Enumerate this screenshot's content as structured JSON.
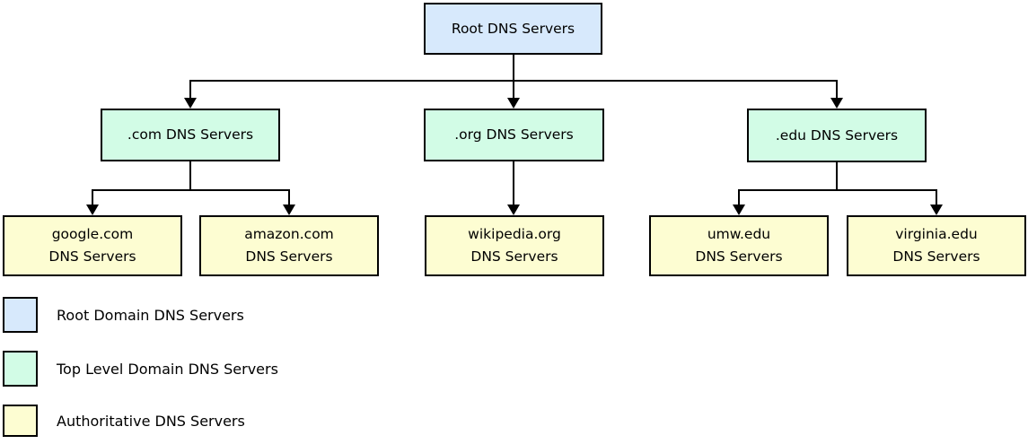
{
  "diagram": {
    "root": {
      "label": "Root DNS Servers"
    },
    "tld": [
      {
        "id": "com",
        "label": ".com DNS Servers"
      },
      {
        "id": "org",
        "label": ".org DNS Servers"
      },
      {
        "id": "edu",
        "label": ".edu DNS Servers"
      }
    ],
    "authoritative": [
      {
        "id": "google",
        "label": "google.com\nDNS Servers"
      },
      {
        "id": "amazon",
        "label": "amazon.com\nDNS Servers"
      },
      {
        "id": "wikipedia",
        "label": "wikipedia.org\nDNS Servers"
      },
      {
        "id": "umw",
        "label": "umw.edu\nDNS Servers"
      },
      {
        "id": "virginia",
        "label": "virginia.edu\nDNS Servers"
      }
    ]
  },
  "legend": [
    {
      "label": "Root Domain DNS Servers",
      "color": "#d7e9fc"
    },
    {
      "label": "Top Level Domain DNS Servers",
      "color": "#d2fce6"
    },
    {
      "label": "Authoritative DNS Servers",
      "color": "#fdfdd2"
    }
  ],
  "colors": {
    "root_fill": "#d7e9fc",
    "tld_fill": "#d2fce6",
    "auth_fill": "#fdfdd2",
    "border": "#000000",
    "connector": "#000000",
    "background": "#ffffff"
  }
}
